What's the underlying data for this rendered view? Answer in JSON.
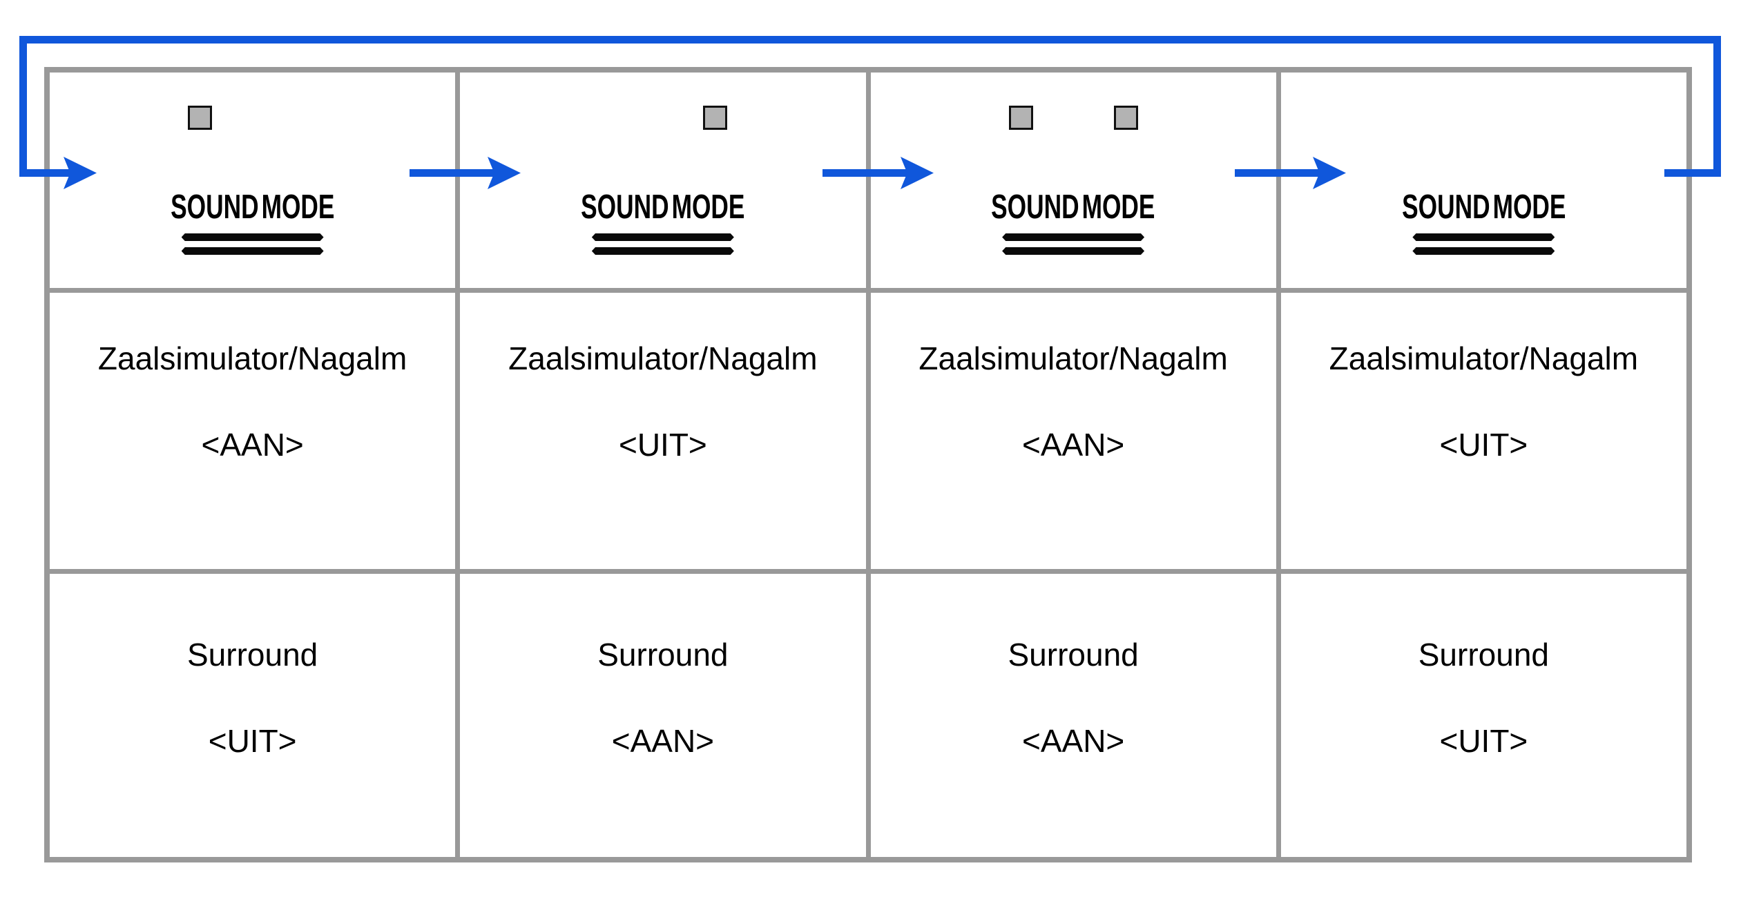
{
  "button_label": "SOUND MODE",
  "row_labels": {
    "reverb": "Zaalsimulator/Nagalm",
    "surround": "Surround"
  },
  "steps": [
    {
      "led_left": true,
      "led_right": false,
      "reverb_state": "<AAN>",
      "surround_state": "<UIT>"
    },
    {
      "led_left": false,
      "led_right": true,
      "reverb_state": "<UIT>",
      "surround_state": "<AAN>"
    },
    {
      "led_left": true,
      "led_right": true,
      "reverb_state": "<AAN>",
      "surround_state": "<AAN>"
    },
    {
      "led_left": false,
      "led_right": false,
      "reverb_state": "<UIT>",
      "surround_state": "<UIT>"
    }
  ],
  "colors": {
    "arrow_blue": "#1057db",
    "border_gray": "#999999",
    "led_fill": "#b3b3b3",
    "led_border": "#111111",
    "text_black": "#000000"
  }
}
